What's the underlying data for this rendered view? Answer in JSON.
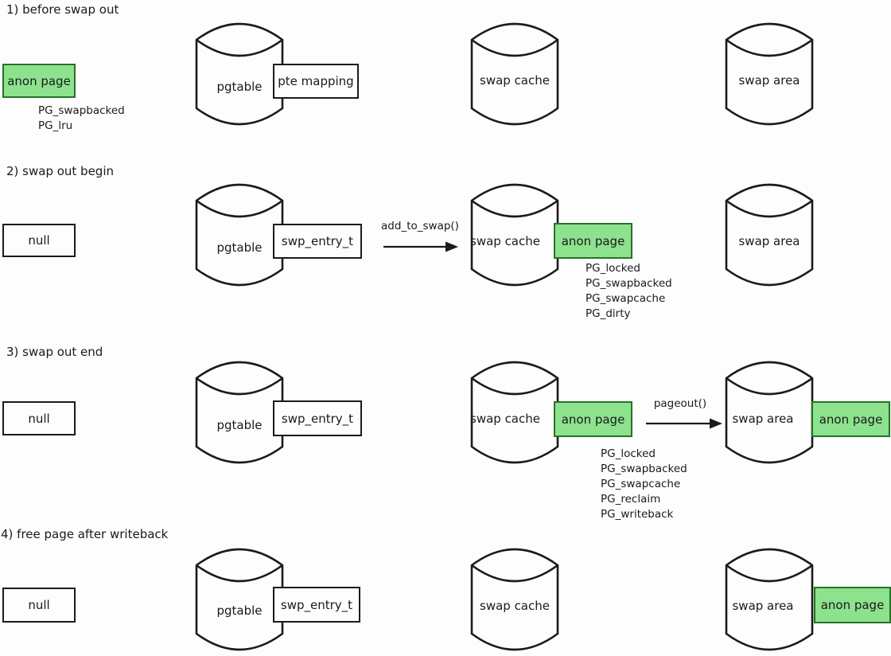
{
  "diagram": {
    "subject": "anonymous page swap-out lifecycle",
    "colors": {
      "page_fill": "#8DE28D",
      "page_border": "#267326",
      "line": "#1A1A1A",
      "background": "#FDFDFD"
    },
    "rows": [
      {
        "step": "1) before swap out",
        "page_box": {
          "label": "anon page"
        },
        "page_flags": [
          "PG_swapbacked",
          "PG_lru"
        ],
        "pgtable": {
          "label": "pgtable",
          "entry": "pte mapping"
        },
        "swap_cache": {
          "label": "swap cache"
        },
        "swap_area": {
          "label": "swap area"
        }
      },
      {
        "step": "2) swap out begin",
        "page_box": {
          "label": "null"
        },
        "pgtable": {
          "label": "pgtable",
          "entry": "swp_entry_t"
        },
        "arrow": {
          "label": "add_to_swap()"
        },
        "swap_cache": {
          "label": "swap cache",
          "page": "anon page",
          "flags": [
            "PG_locked",
            "PG_swapbacked",
            "PG_swapcache",
            "PG_dirty"
          ]
        },
        "swap_area": {
          "label": "swap area"
        }
      },
      {
        "step": "3) swap out end",
        "page_box": {
          "label": "null"
        },
        "pgtable": {
          "label": "pgtable",
          "entry": "swp_entry_t"
        },
        "swap_cache": {
          "label": "swap cache",
          "page": "anon page",
          "flags": [
            "PG_locked",
            "PG_swapbacked",
            "PG_swapcache",
            "PG_reclaim",
            "PG_writeback"
          ]
        },
        "arrow": {
          "label": "pageout()"
        },
        "swap_area": {
          "label": "swap area",
          "page": "anon page"
        }
      },
      {
        "step": "4) free page after writeback",
        "page_box": {
          "label": "null"
        },
        "pgtable": {
          "label": "pgtable",
          "entry": "swp_entry_t"
        },
        "swap_cache": {
          "label": "swap cache"
        },
        "swap_area": {
          "label": "swap area",
          "page": "anon page"
        }
      }
    ]
  }
}
